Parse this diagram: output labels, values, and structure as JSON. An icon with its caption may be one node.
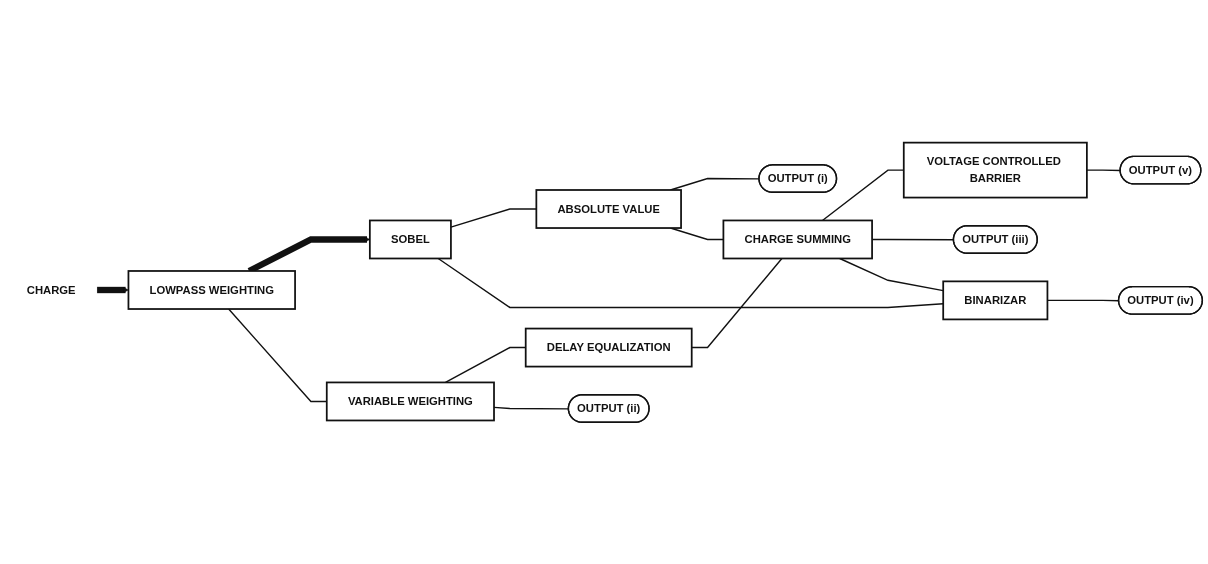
{
  "diagram": {
    "nodes": [
      {
        "text": [
          "CHARGE"
        ]
      },
      {
        "text": [
          "LOWPASS WEIGHTING"
        ]
      },
      {
        "text": [
          "SOBEL"
        ]
      },
      {
        "text": [
          "ABSOLUTE VALUE"
        ]
      },
      {
        "text": [
          "OUTPUT (i)"
        ]
      },
      {
        "text": [
          "BINARIZAR"
        ]
      },
      {
        "text": [
          "OUTPUT (iv)"
        ]
      },
      {
        "text": [
          "VARIABLE WEIGHTING"
        ]
      },
      {
        "text": [
          "DELAY EQUALIZATION"
        ]
      },
      {
        "text": [
          "OUTPUT (ii)"
        ]
      },
      {
        "text": [
          "CHARGE SUMMING"
        ]
      },
      {
        "text": [
          "VOLTAGE CONTROLLED BARRIER"
        ]
      },
      {
        "text": [
          "OUTPUT (v)"
        ]
      },
      {
        "text": [
          "OUTPUT (iii)"
        ]
      }
    ],
    "edges": [
      {
        "from": 0,
        "to": 1,
        "arrow": "to",
        "style": "thick"
      },
      {
        "from": 1,
        "to": 2,
        "arrow": "to",
        "style": "thick"
      },
      {
        "from": 2,
        "to": 3,
        "arrow": "none"
      },
      {
        "from": 3,
        "to": 4,
        "arrow": "none"
      },
      {
        "from": 3,
        "to": 10,
        "arrow": "none"
      },
      {
        "from": 2,
        "to": 5,
        "arrow": "none"
      },
      {
        "from": 5,
        "to": 6,
        "arrow": "none"
      },
      {
        "from": 1,
        "to": 7,
        "arrow": "none"
      },
      {
        "from": 7,
        "to": 8,
        "arrow": "none"
      },
      {
        "from": 7,
        "to": 9,
        "arrow": "none"
      },
      {
        "from": 8,
        "to": 10,
        "arrow": "none"
      },
      {
        "from": 10,
        "to": 11,
        "arrow": "none"
      },
      {
        "from": 10,
        "to": 13,
        "arrow": "none"
      },
      {
        "from": 10,
        "to": 5,
        "arrow": "none"
      },
      {
        "from": 11,
        "to": 12,
        "arrow": "none"
      }
    ]
  }
}
